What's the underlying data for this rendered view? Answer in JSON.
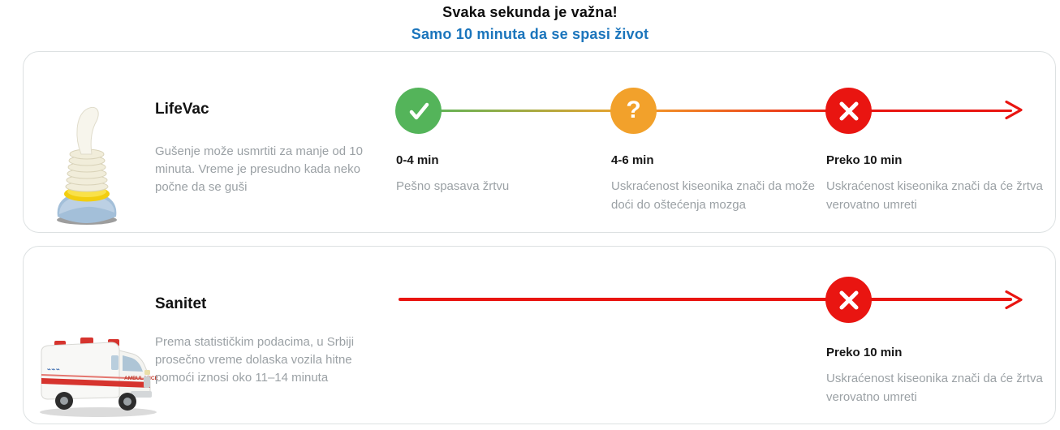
{
  "header": {
    "title": "Svaka sekunda je važna!",
    "subtitle": "Samo 10 minuta da se spasi život"
  },
  "colors": {
    "accent_blue": "#1b75bc",
    "green": "#54b45a",
    "orange": "#f2a12b",
    "red": "#e91511",
    "text_gray": "#9ba1a5",
    "card_border": "#dde1e2"
  },
  "icons": {
    "check": "✓",
    "question": "?",
    "cross": "✕",
    "arrow": "→"
  },
  "cards": [
    {
      "name": "LifeVac",
      "image": "lifevac-device",
      "description": "Gušenje može usmrtiti za manje od 10 minuta. Vreme je presudno kada neko počne da se guši",
      "milestones": [
        {
          "icon": "check-icon",
          "time": "0-4 min",
          "text": "Pešno spasava žrtvu"
        },
        {
          "icon": "question-icon",
          "time": "4-6 min",
          "text": "Uskraćenost kiseonika znači da može doći do oštećenja mozga"
        },
        {
          "icon": "cross-icon",
          "time": "Preko 10 min",
          "text": "Uskraćenost kiseonika znači da će žrtva verovatno umreti"
        }
      ]
    },
    {
      "name": "Sanitet",
      "image": "ambulance",
      "vehicle_label": "AMBULANCE",
      "description": "Prema statističkim podacima, u Srbiji prosečno vreme dolaska vozila hitne pomoći iznosi oko 11–14 minuta",
      "milestones": [
        {
          "icon": "cross-icon",
          "time": "Preko 10 min",
          "text": "Uskraćenost kiseonika znači da će žrtva verovatno umreti"
        }
      ]
    }
  ]
}
